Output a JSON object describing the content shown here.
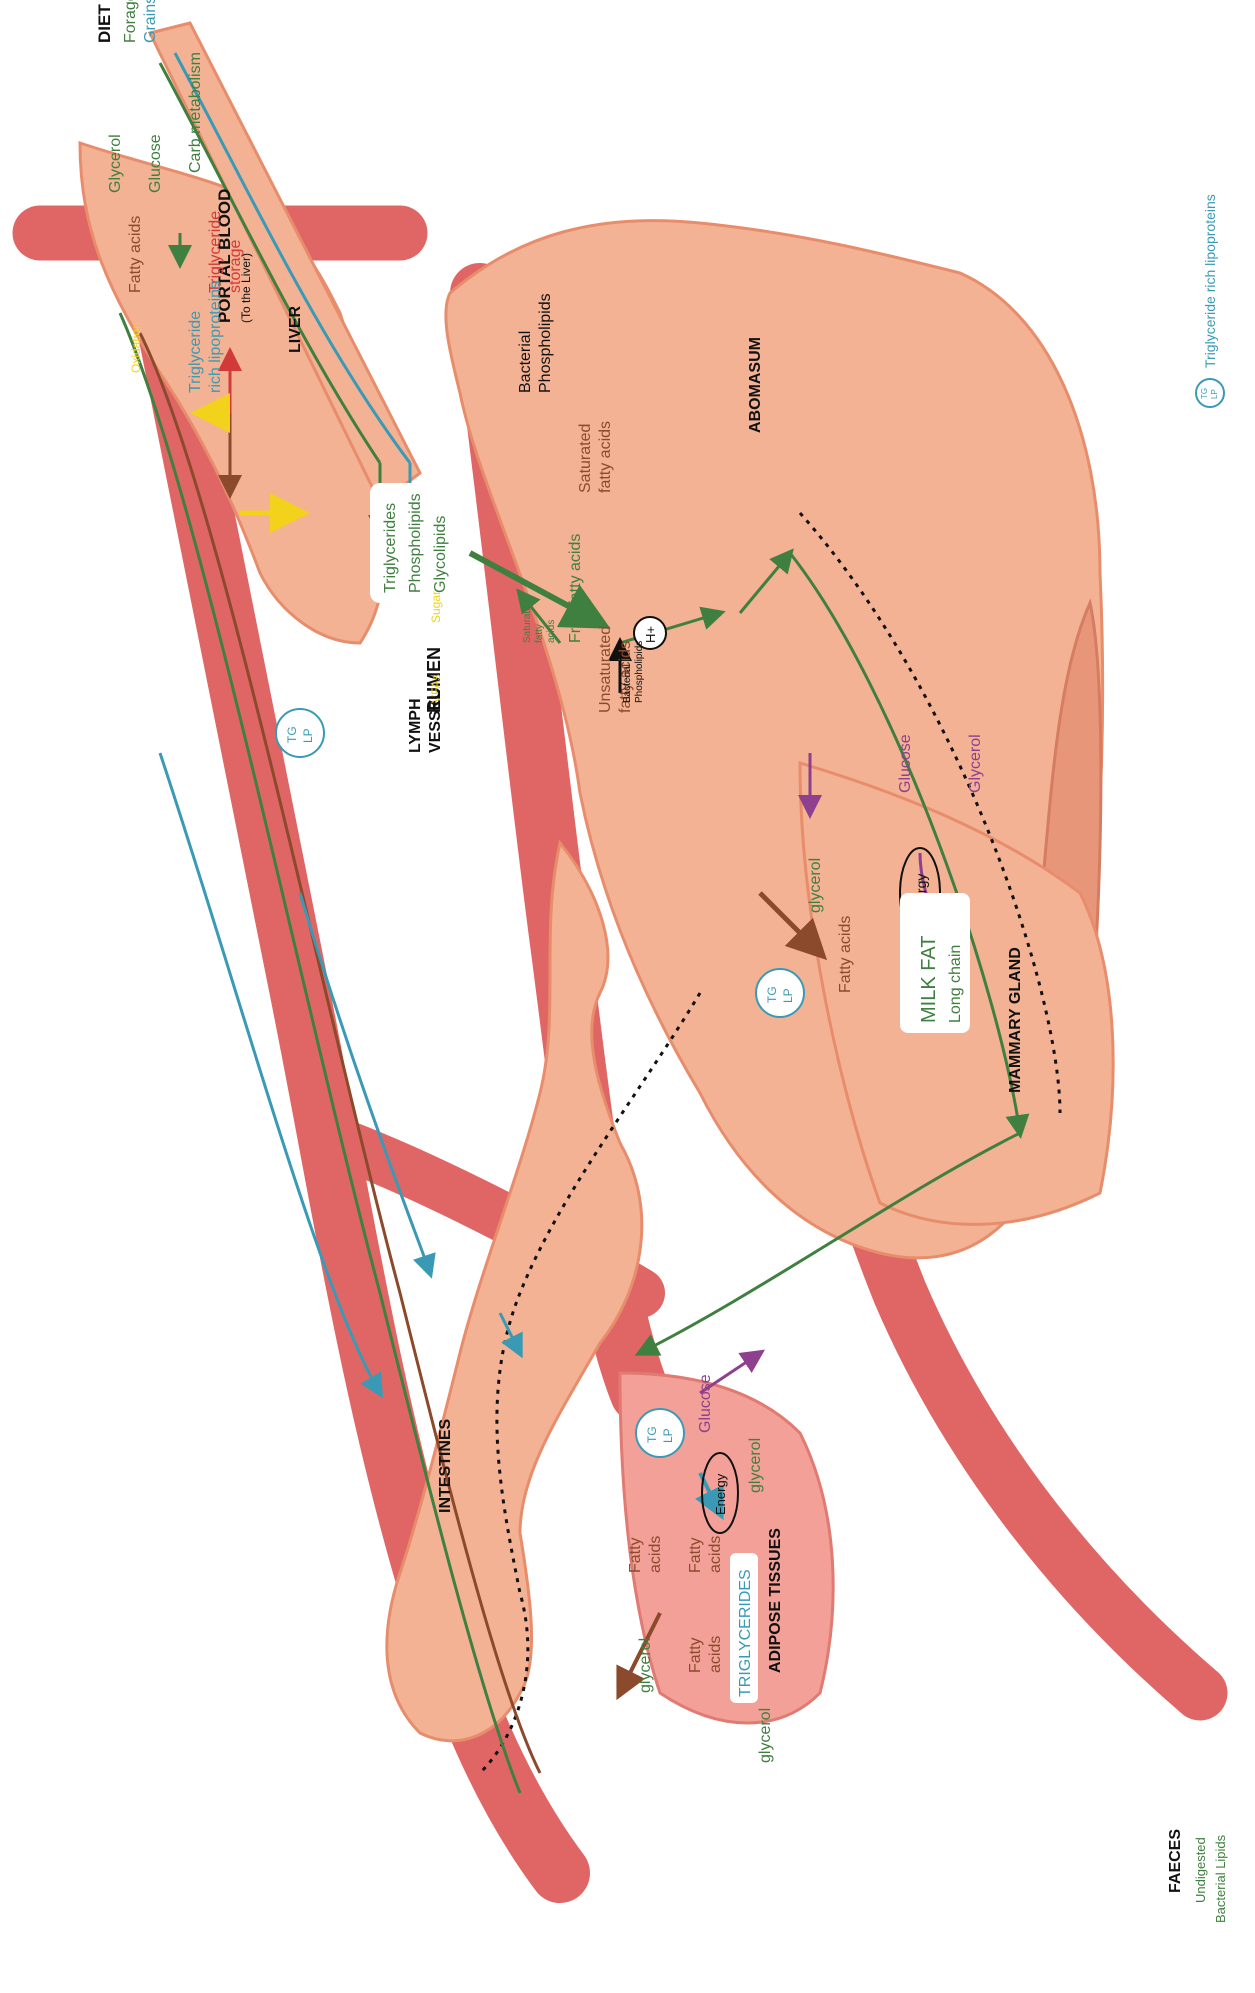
{
  "diet": {
    "title": "DIET",
    "forage": "Forage",
    "grains": "Grains"
  },
  "portal": {
    "title": "PORTAL BLOOD",
    "sub": "(To the Liver)"
  },
  "rumen": {
    "label": "RUMEN",
    "box": [
      "Triglycerides",
      "Phospholipids",
      "Glycolipids"
    ],
    "ffa": "Free fatty acids",
    "unsat": [
      "Unsaturated",
      "fatty acids"
    ],
    "sat": [
      "Saturated",
      "fatty acids"
    ],
    "bact": [
      "Bacterial",
      "Phospholipids"
    ],
    "hplus": "H+",
    "sugar": "Sugar",
    "vfa": "VFAs"
  },
  "abomasum": {
    "label": "ABOMASUM"
  },
  "liver": {
    "label": "LIVER",
    "glycerol": "Glycerol",
    "glucose": "Glucose",
    "carb": "Carb metabolism",
    "fattyacids": "Fatty acids",
    "tgstorage": [
      "Triglyceride",
      "storage"
    ],
    "tglp": [
      "Triglyceride",
      "rich lipoproteins"
    ],
    "betaox": "Oxidation"
  },
  "lymph": {
    "label": [
      "LYMPH",
      "VESSEL"
    ],
    "sat": [
      "Saturated",
      "fatty",
      "acids"
    ],
    "bact": [
      "Bacterial",
      "Phospholipids"
    ]
  },
  "mammary": {
    "label": "MAMMARY GLAND",
    "glucose": "Glucose",
    "glycerol": "Glycerol",
    "energy": "Energy",
    "milkfat": "MILK FAT",
    "longchain": "Long chain",
    "fattyacids": "Fatty acids",
    "glycerol2": "glycerol"
  },
  "intestines": {
    "label": "INTESTINES"
  },
  "adipose": {
    "label": "ADIPOSE TISSUES",
    "glucose": "Glucose",
    "energy": "Energy",
    "glycerol": "glycerol",
    "fa1": [
      "Fatty",
      "acids"
    ],
    "fa2": [
      "Fatty",
      "acids"
    ],
    "fa3": [
      "Fatty",
      "acids"
    ],
    "tg": "TRIGLYCERIDES",
    "glycerol2": "glycerol",
    "glycerol3": "glycerol"
  },
  "faeces": {
    "title": "FAECES",
    "l1": "Undigested",
    "l2": "Bacterial Lipids"
  },
  "tglp_badge": {
    "t1": "TG",
    "t2": "LP"
  },
  "legend": {
    "text": "Triglyceride rich lipoproteins"
  },
  "colors": {
    "green": "#3f7f3f",
    "blue": "#3a9ab5",
    "brown": "#8b4a2b",
    "red": "#d23a3a",
    "yellow": "#f2d21b",
    "purple": "#8e3f8e",
    "vessel": "#e06666",
    "organ": "#f3b294"
  }
}
